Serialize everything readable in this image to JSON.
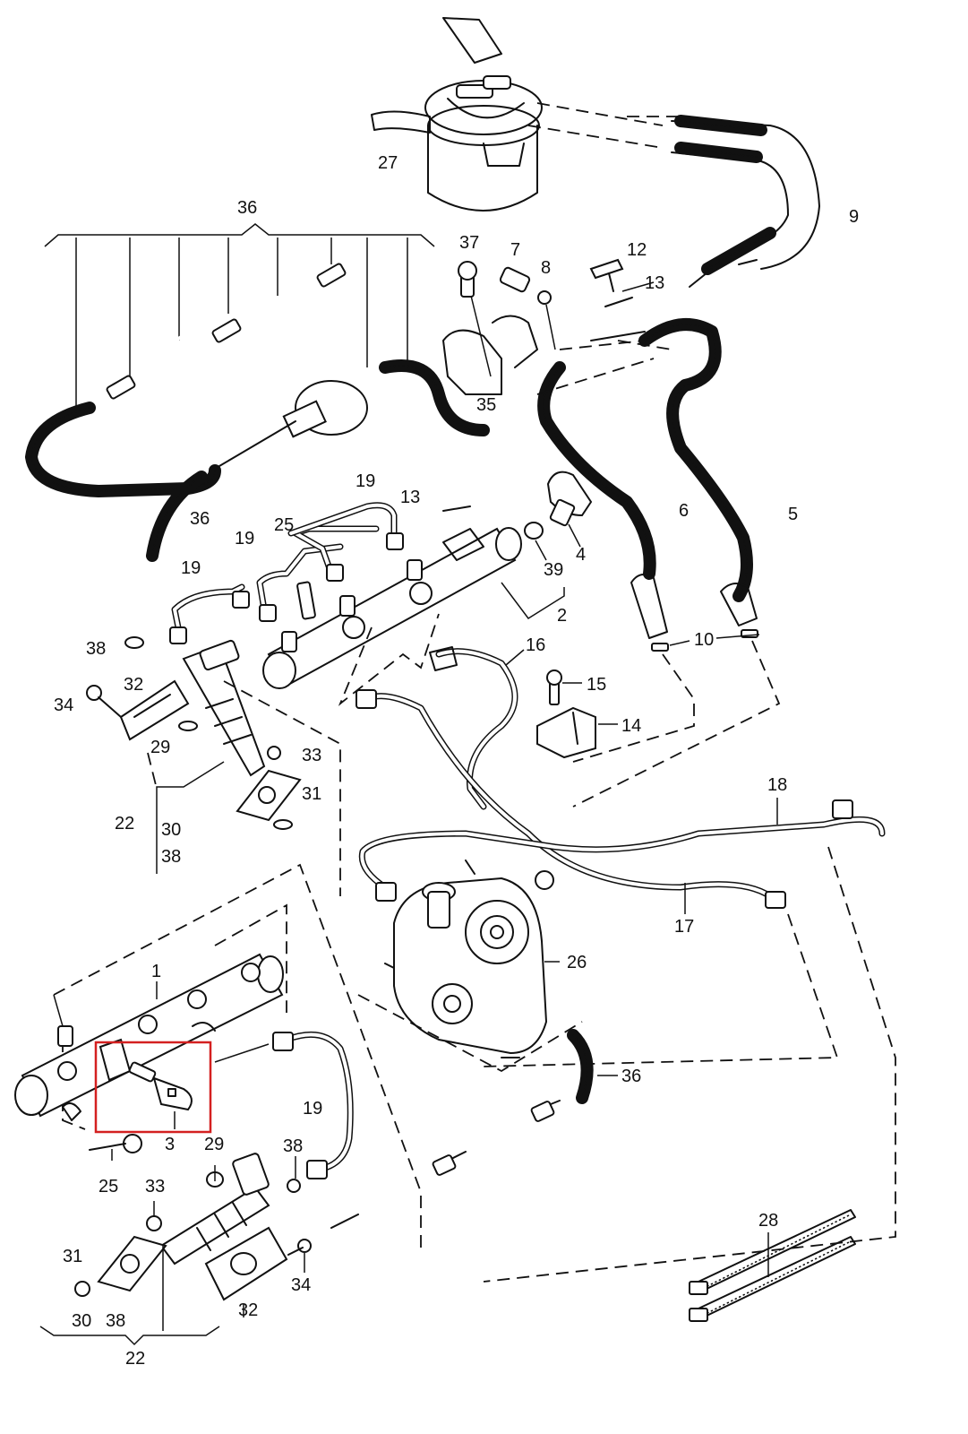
{
  "diagram": {
    "highlight_color": "#d42020",
    "callouts": {
      "c1": "1",
      "c2": "2",
      "c3": "3",
      "c4": "4",
      "c5": "5",
      "c6": "6",
      "c7": "7",
      "c8": "8",
      "c9": "9",
      "c10": "10",
      "c12": "12",
      "c13a": "13",
      "c13b": "13",
      "c14": "14",
      "c15": "15",
      "c16": "16",
      "c17": "17",
      "c18": "18",
      "c19a": "19",
      "c19b": "19",
      "c19c": "19",
      "c19d": "19",
      "c22a": "22",
      "c22b": "22",
      "c25a": "25",
      "c25b": "25",
      "c26": "26",
      "c27": "27",
      "c28": "28",
      "c29a": "29",
      "c29b": "29",
      "c30a": "30",
      "c30b": "30",
      "c31a": "31",
      "c31b": "31",
      "c32a": "32",
      "c32b": "32",
      "c33a": "33",
      "c33b": "33",
      "c34a": "34",
      "c34b": "34",
      "c35": "35",
      "c36a": "36",
      "c36b": "36",
      "c36c": "36",
      "c37": "37",
      "c38a": "38",
      "c38b": "38",
      "c38c": "38",
      "c38d": "38",
      "c39": "39"
    }
  }
}
